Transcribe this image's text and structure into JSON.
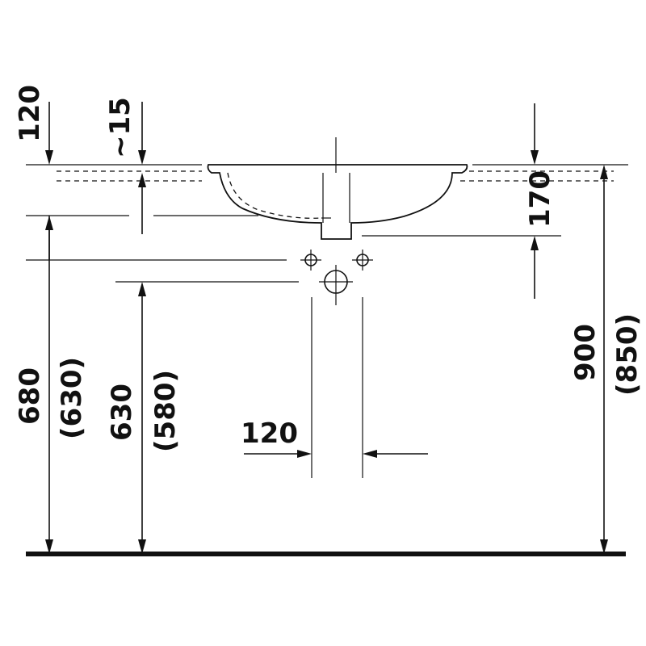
{
  "dimensions": {
    "top_clearance": "120",
    "countertop_offset": "~15",
    "basin_depth": "170",
    "drain_height": "680",
    "drain_height_alt": "(630)",
    "supply_height": "630",
    "supply_height_alt": "(580)",
    "supply_spacing": "120",
    "counter_height": "900",
    "counter_height_alt": "(850)"
  }
}
